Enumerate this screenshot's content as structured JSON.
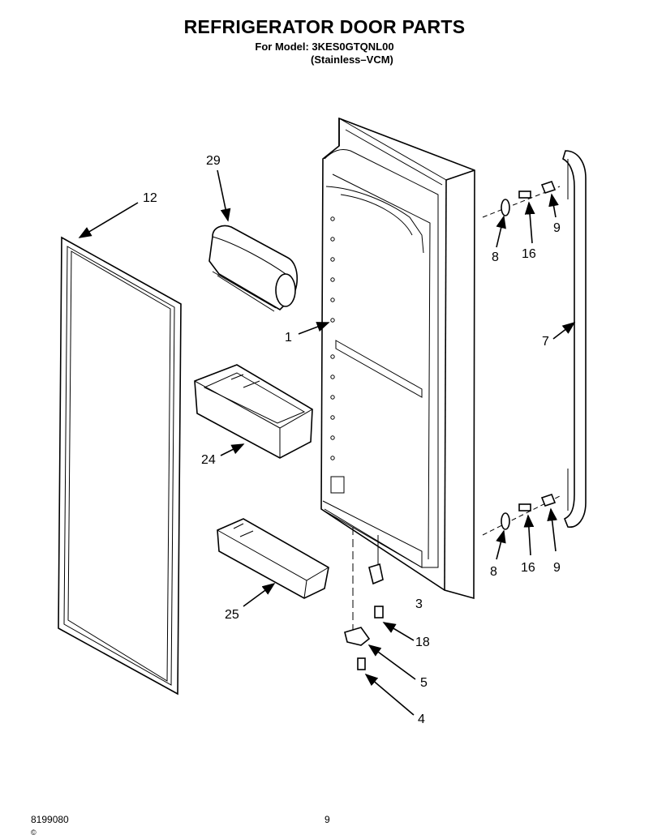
{
  "header": {
    "title": "REFRIGERATOR DOOR PARTS",
    "model_line": "For Model: 3KES0GTQNL00",
    "variant_line": "(Stainless–VCM)"
  },
  "parts": {
    "p1": "1",
    "p3": "3",
    "p4": "4",
    "p5": "5",
    "p7": "7",
    "p8_top": "8",
    "p8_bottom": "8",
    "p9_top": "9",
    "p9_bottom": "9",
    "p12": "12",
    "p16_top": "16",
    "p16_bottom": "16",
    "p18": "18",
    "p24": "24",
    "p25": "25",
    "p29": "29"
  },
  "footer": {
    "doc_number": "8199080",
    "page_number": "9",
    "corner_mark": "©"
  }
}
